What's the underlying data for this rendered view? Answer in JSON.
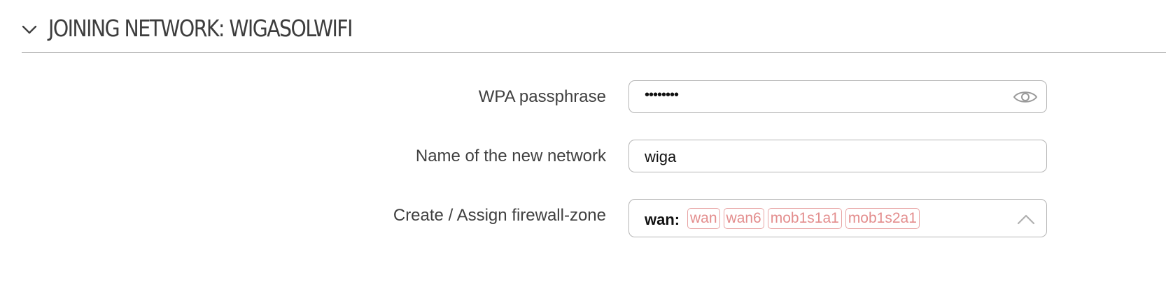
{
  "section": {
    "title": "JOINING NETWORK: WIGASOLWIFI",
    "toggle_icon": "chevron-down-icon"
  },
  "fields": {
    "passphrase": {
      "label": "WPA passphrase",
      "value": "••••••••",
      "toggle_icon": "eye-icon"
    },
    "network_name": {
      "label": "Name of the new network",
      "value": "wiga"
    },
    "firewall_zone": {
      "label": "Create / Assign firewall-zone",
      "selected_zone": "wan:",
      "covered_networks": [
        "wan",
        "wan6",
        "mob1s1a1",
        "mob1s2a1"
      ],
      "dropdown_icon": "chevron-up-icon"
    }
  },
  "colors": {
    "tag_border": "#e8a4a4",
    "tag_text": "#e38d8d",
    "field_border": "#b5b5b5",
    "divider": "#a8a8a8"
  }
}
